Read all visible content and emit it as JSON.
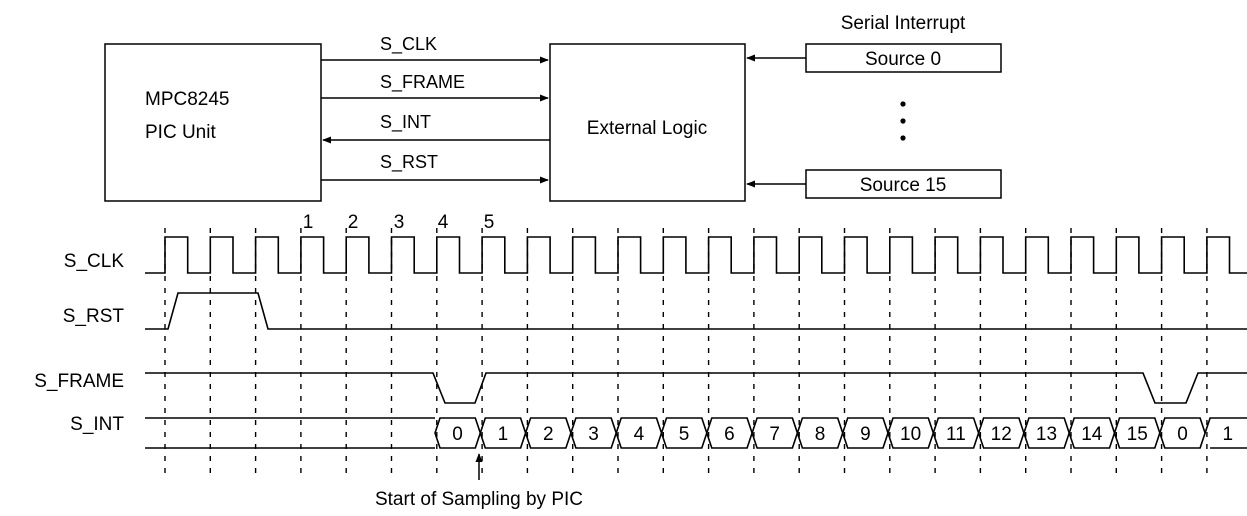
{
  "block": {
    "pic_unit": [
      "MPC8245",
      "PIC Unit"
    ],
    "external_logic": "External Logic",
    "serial_interrupt_title": "Serial Interrupt",
    "sources": [
      "Source 0",
      "Source 15"
    ],
    "signals": [
      {
        "label": "S_CLK",
        "direction": "to-logic"
      },
      {
        "label": "S_FRAME",
        "direction": "to-logic"
      },
      {
        "label": "S_INT",
        "direction": "to-pic"
      },
      {
        "label": "S_RST",
        "direction": "to-logic"
      }
    ]
  },
  "timing": {
    "signal_labels": [
      "S_CLK",
      "S_RST",
      "S_FRAME",
      "S_INT"
    ],
    "clock_numbers": [
      "1",
      "2",
      "3",
      "4",
      "5"
    ],
    "int_slots": [
      "0",
      "1",
      "2",
      "3",
      "4",
      "5",
      "6",
      "7",
      "8",
      "9",
      "10",
      "11",
      "12",
      "13",
      "14",
      "15",
      "0",
      "1"
    ],
    "annotation": "Start of Sampling by PIC"
  }
}
